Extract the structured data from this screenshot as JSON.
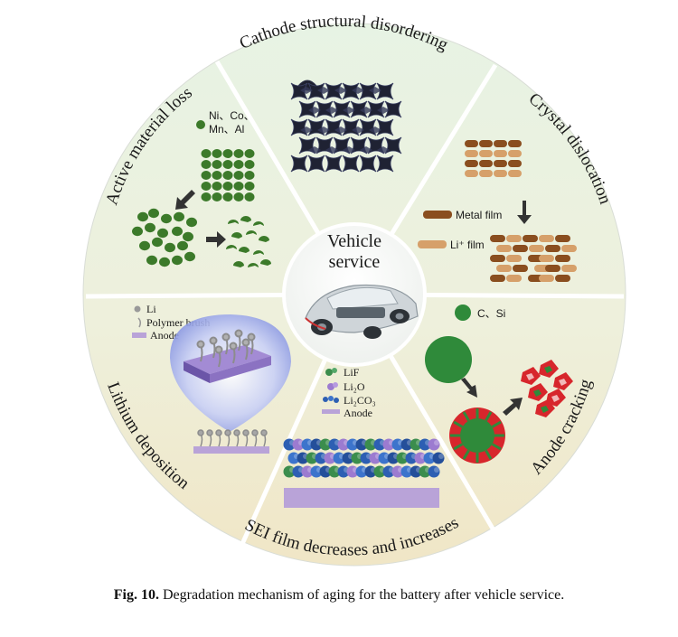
{
  "center": {
    "line1": "Vehicle",
    "line2": "service"
  },
  "sections": {
    "cathode": {
      "title": "Cathode structural disordering"
    },
    "crystal": {
      "title": "Crystal dislocation",
      "legend_metal": "Metal film",
      "legend_li": "Li⁺ film"
    },
    "anode_cracking": {
      "title": "Anode cracking",
      "legend": "C、Si"
    },
    "sei": {
      "title": "SEI film decreases and increases",
      "legend_lif": "LiF",
      "legend_li2o": "Li₂O",
      "legend_li2co3": "Li₂CO₃",
      "legend_anode": "Anode"
    },
    "lithium": {
      "title": "Lithium deposition",
      "legend_li": "Li",
      "legend_brush": "Polymer brush",
      "legend_anode": "Anode"
    },
    "active": {
      "title": "Active material loss",
      "legend_line1": "Ni、Co、",
      "legend_line2": "Mn、Al"
    }
  },
  "caption": {
    "label": "Fig. 10.",
    "text": "Degradation mechanism of aging for the battery after vehicle service."
  },
  "colors": {
    "ring_top": "#e6f2e2",
    "ring_bottom": "#efe7c9",
    "divider": "#ffffff",
    "green": "#3c7a2a",
    "brown_dark": "#8a4e1f",
    "brown_light": "#d6a06a",
    "red": "#d7262c",
    "lavender": "#b9a3d8",
    "blue_bubble": "#7d8fe0"
  }
}
